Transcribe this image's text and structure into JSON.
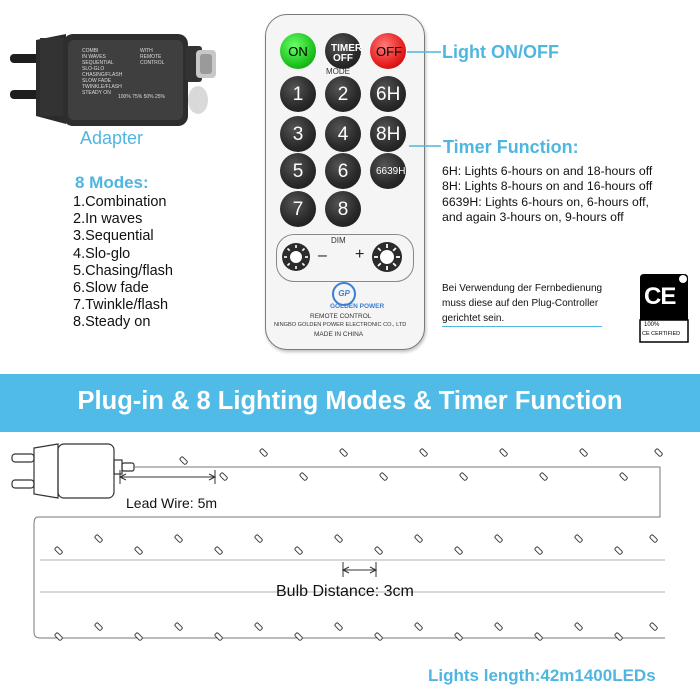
{
  "adapter": {
    "caption": "Adapter",
    "label_lines": [
      "COMBI",
      "IN WAVES",
      "SEQUENTIAL",
      "SLO-GLO",
      "CHASING/FLASH",
      "SLOW FADE",
      "TWINKLE/FLASH",
      "STEADY ON"
    ],
    "brand_lines": [
      "WITH",
      "REMOTE",
      "CONTROL"
    ],
    "percent_text": "100% 75% 50% 25%"
  },
  "modes": {
    "title": "8 Modes:",
    "items": [
      "1.Combination",
      "2.In waves",
      "3.Sequential",
      "4.Slo-glo",
      "5.Chasing/flash",
      "6.Slow fade",
      "7.Twinkle/flash",
      "8.Steady on"
    ]
  },
  "remote": {
    "on_label": "ON",
    "timer_off_label": "TIMER OFF",
    "off_label": "OFF",
    "mode_label": "MODE",
    "buttons": [
      "1",
      "2",
      "6H",
      "3",
      "4",
      "8H",
      "5",
      "6",
      "6639H",
      "7",
      "8"
    ],
    "dim_label": "DIM",
    "minus": "–",
    "plus": "+",
    "logo_text": "GP",
    "brand": "GOLDEN POWER",
    "line1": "REMOTE  CONTROL",
    "line2": "NINGBO GOLDEN POWER ELECTRONIC CO., LTD",
    "line3": "MADE  IN  CHINA"
  },
  "right": {
    "light_onoff": "Light ON/OFF",
    "timer_title": "Timer Function:",
    "timer_lines": [
      "6H: Lights 6-hours on and 18-hours off",
      "8H: Lights 8-hours on and 16-hours off",
      "6639H: Lights 6-hours on, 6-hours off,",
      "and again 3-hours on, 9-hours off"
    ],
    "german_lines": [
      "Bei Verwendung der Fernbedienung",
      "muss diese auf den Plug-Controller",
      "gerichtet sein."
    ],
    "ce_mark": "CE",
    "ce_sub1": "100%",
    "ce_sub2": "CE CERTIFIED"
  },
  "banner": {
    "text": "Plug-in & 8 Lighting Modes & Timer Function",
    "color": "#4fbbe6"
  },
  "diagram": {
    "lead_wire": "Lead Wire: 5m",
    "bulb_distance": "Bulb Distance: 3cm",
    "lights_length": "Lights length:42m1400LEDs"
  }
}
